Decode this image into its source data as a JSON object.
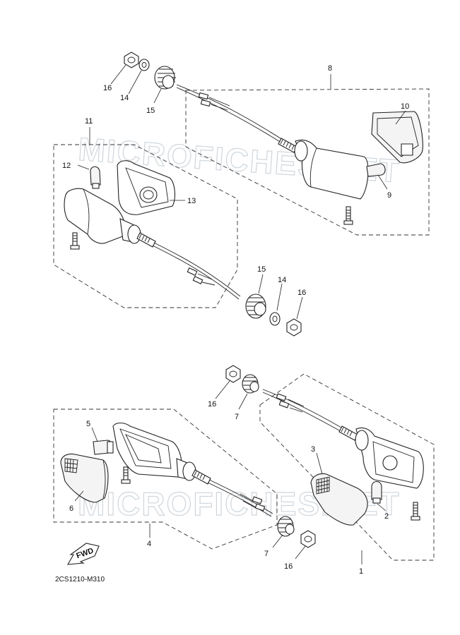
{
  "diagram": {
    "watermark": "MICROFICHES.NET",
    "drawing_code": "2CS1210-M310",
    "fwd_label": "FWD",
    "callouts": {
      "c1": "1",
      "c2": "2",
      "c3": "3",
      "c4": "4",
      "c5": "5",
      "c6": "6",
      "c7a": "7",
      "c7b": "7",
      "c8": "8",
      "c9": "9",
      "c10": "10",
      "c11": "11",
      "c12": "12",
      "c13": "13",
      "c14a": "14",
      "c14b": "14",
      "c15a": "15",
      "c15b": "15",
      "c16a": "16",
      "c16b": "16",
      "c16c": "16",
      "c16d": "16"
    }
  }
}
